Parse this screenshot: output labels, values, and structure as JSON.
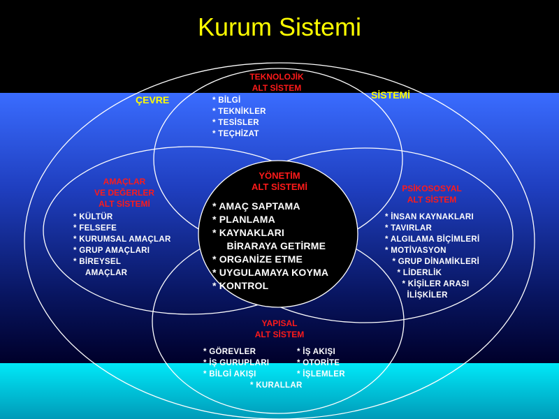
{
  "title": "Kurum Sistemi",
  "environment": {
    "left_label": "ÇEVRE",
    "right_label": "SİSTEMİ"
  },
  "technological": {
    "title_lines": [
      "TEKNOLOJİK",
      "ALT SİSTEM"
    ],
    "items": [
      "* BİLGİ",
      "* TEKNİKLER",
      "* TESİSLER",
      "* TEÇHİZAT"
    ]
  },
  "goals": {
    "title_lines": [
      "AMAÇLAR",
      "VE DEĞERLER",
      "ALT  SİSTEMİ"
    ],
    "items": [
      "* KÜLTÜR",
      "* FELSEFE",
      "* KURUMSAL AMAÇLAR",
      "* GRUP AMAÇLARI",
      "* BİREYSEL",
      "     AMAÇLAR"
    ]
  },
  "management": {
    "title_lines": [
      "YÖNETİM",
      "ALT SİSTEMİ"
    ],
    "items": [
      "* AMAÇ SAPTAMA",
      "* PLANLAMA",
      "* KAYNAKLARI",
      "     BİRARAYA GETİRME",
      "* ORGANİZE ETME",
      "* UYGULAMAYA KOYMA",
      "* KONTROL"
    ]
  },
  "psychosocial": {
    "title_lines": [
      "PSİKOSOSYAL",
      "ALT SİSTEM"
    ],
    "items": [
      "* İNSAN KAYNAKLARI",
      "* TAVIRLAR",
      "* ALGILAMA BİÇİMLERİ",
      "* MOTİVASYON",
      "   * GRUP DİNAMİKLERİ",
      "     * LİDERLİK",
      "       * KİŞİLER ARASI",
      "         İLİŞKİLER"
    ]
  },
  "structural": {
    "title_lines": [
      "YAPISAL",
      "ALT SİSTEM"
    ],
    "items_left": [
      "* GÖREVLER",
      "* İŞ GURUPLARI",
      "* BİLGİ AKIŞI"
    ],
    "items_right": [
      "* İŞ AKIŞI",
      "* OTORİTE",
      "* İŞLEMLER"
    ],
    "items_bottom": "* KURALLAR"
  },
  "colors": {
    "title": "#ffff00",
    "subsystem_title": "#ff1a1a",
    "list_text": "#ffffff",
    "line": "#ffffff",
    "core_fill": "#000000"
  }
}
